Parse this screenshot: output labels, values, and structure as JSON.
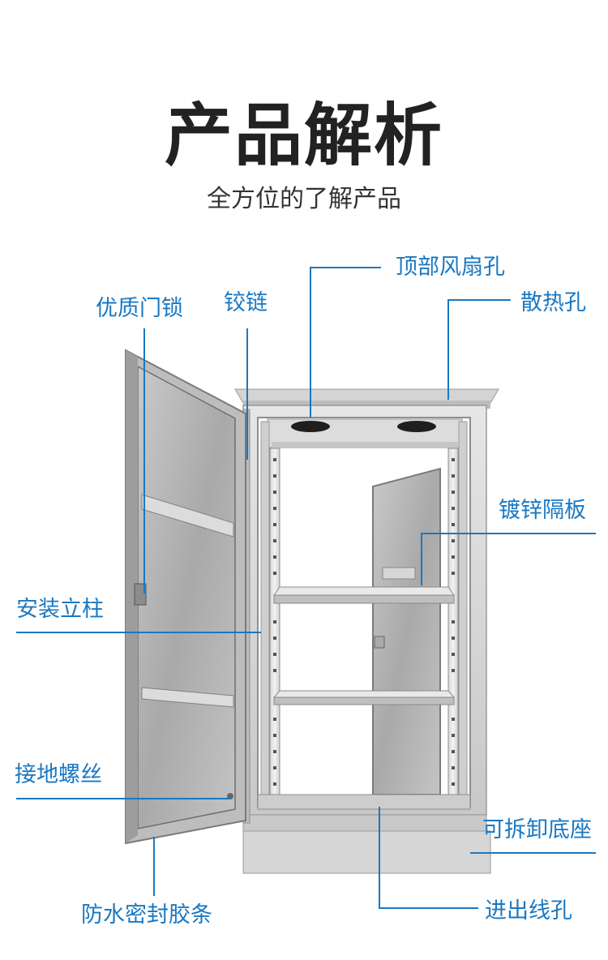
{
  "header": {
    "title": "产品解析",
    "subtitle": "全方位的了解产品"
  },
  "labels": {
    "top_fan_hole": "顶部风扇孔",
    "heat_vents": "散热孔",
    "door_lock": "优质门锁",
    "hinge": "铰链",
    "galvanized_shelf": "镀锌隔板",
    "mounting_rail": "安装立柱",
    "ground_screw": "接地螺丝",
    "removable_base": "可拆卸底座",
    "waterproof_seal": "防水密封胶条",
    "cable_entry": "进出线孔"
  },
  "colors": {
    "callout": "#1a78c2",
    "steel_light": "#e4e4e4",
    "steel_mid": "#b8b8b8",
    "steel_dark": "#8a8a8a"
  }
}
